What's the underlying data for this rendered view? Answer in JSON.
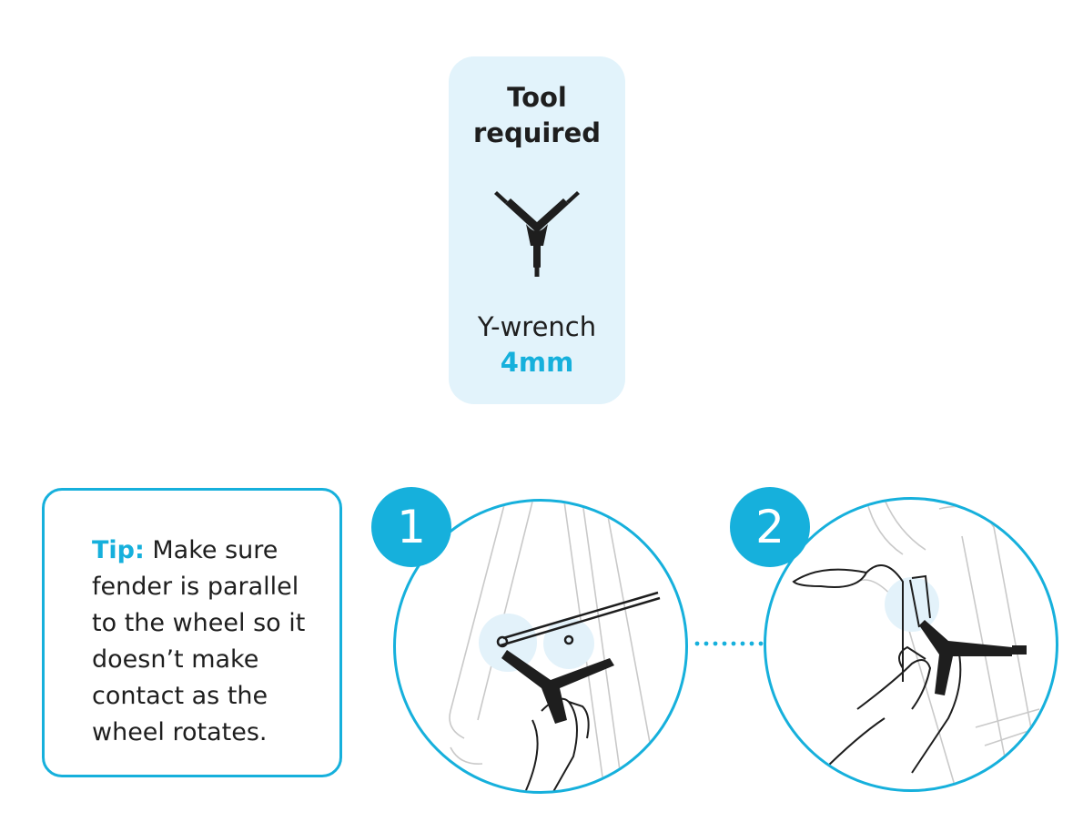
{
  "tool": {
    "title_line1": "Tool",
    "title_line2": "required",
    "icon": "y-wrench-icon",
    "name": "Y-wrench",
    "size": "4mm"
  },
  "tip": {
    "label": "Tip:",
    "text": " Make sure fender is parallel to the wheel so it doesn’t make contact as the wheel rotates."
  },
  "steps": [
    {
      "number": "1",
      "illustration": "hand-tightening-fender-bracket-with-y-wrench"
    },
    {
      "number": "2",
      "illustration": "hand-tightening-fender-with-y-wrench"
    }
  ],
  "colors": {
    "accent": "#16b0dc",
    "card_background": "#e2f3fb",
    "text": "#1e1e1e",
    "highlight": "#e3f2fa"
  }
}
